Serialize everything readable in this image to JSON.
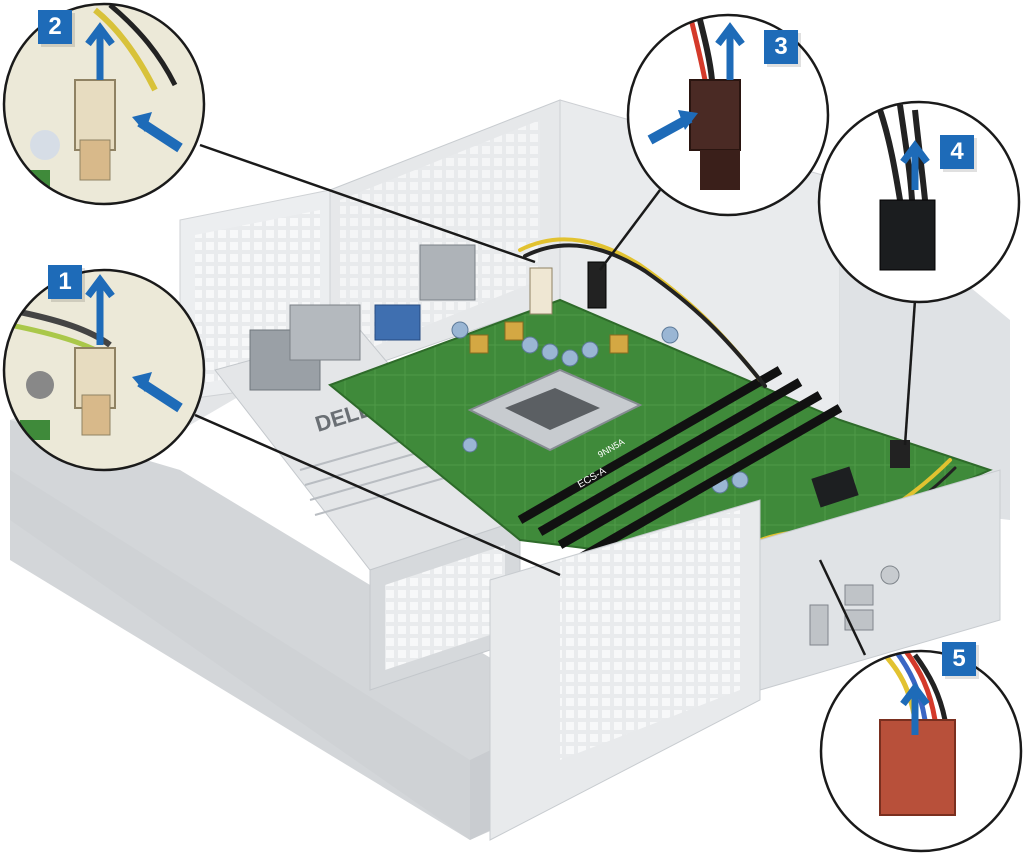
{
  "steps": [
    {
      "number": "1",
      "connector": "power-connector"
    },
    {
      "number": "2",
      "connector": "power-connector"
    },
    {
      "number": "3",
      "connector": "hdd-power-connector"
    },
    {
      "number": "4",
      "connector": "fan-connector"
    },
    {
      "number": "5",
      "connector": "power-switch-connector"
    }
  ],
  "psu_brand": "DELL",
  "dimm_slot_label": "ECS-A",
  "board_label": "9NN5A",
  "colors": {
    "badge": "#1e6bb8",
    "arrow": "#1e6bb8",
    "motherboard": "#3f8a3a",
    "chassis": "#dcdfe2",
    "callout_line": "#1a1a1a"
  }
}
